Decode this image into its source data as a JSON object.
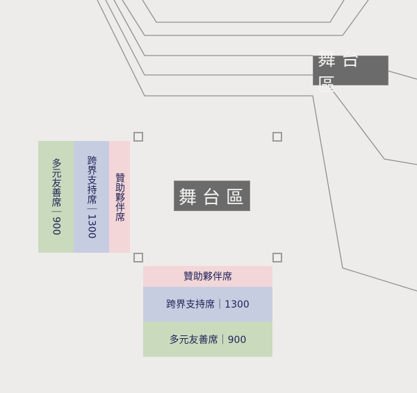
{
  "stage_labels": {
    "main": "舞台區",
    "secondary": "舞台區"
  },
  "left_stack": [
    {
      "label": "多元友善席｜900",
      "color": "#cadabd"
    },
    {
      "label": "跨界支持席｜1300",
      "color": "#c7cde0"
    },
    {
      "label": "贊助夥伴席",
      "color": "#f2d6d8"
    }
  ],
  "bottom_stack": [
    {
      "label": "贊助夥伴席",
      "color": "#f2d6d8"
    },
    {
      "label": "跨界支持席｜1300",
      "color": "#c7cde0"
    },
    {
      "label": "多元友善席｜900",
      "color": "#cadabd"
    }
  ]
}
